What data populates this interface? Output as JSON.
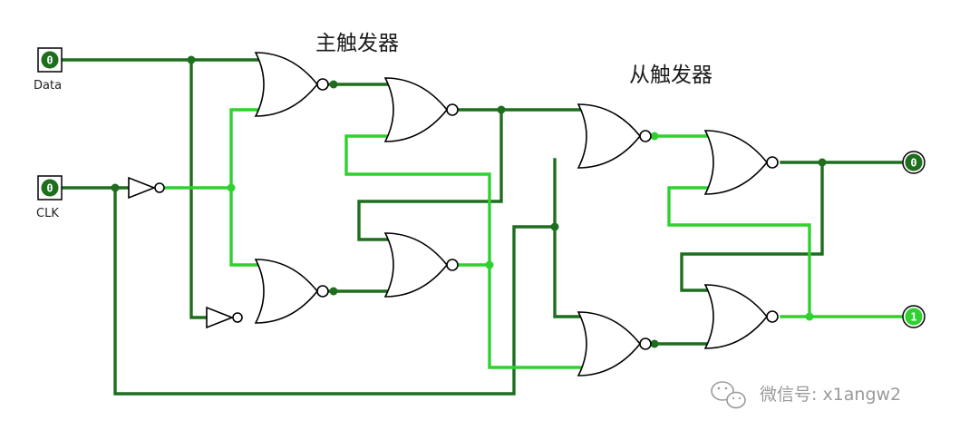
{
  "titles": {
    "master": "主触发器",
    "slave": "从触发器"
  },
  "inputs": {
    "data": {
      "label": "Data",
      "value": "0"
    },
    "clk": {
      "label": "CLK",
      "value": "0"
    }
  },
  "outputs": {
    "q": {
      "value": "0"
    },
    "q_bar": {
      "value": "1"
    }
  },
  "watermark": {
    "text": "微信号: x1angw2"
  },
  "colors": {
    "wire_low": "#1e6e1e",
    "wire_high": "#2fd12f",
    "pin_low": "#1e6e1e",
    "pin_high": "#2fd12f"
  }
}
